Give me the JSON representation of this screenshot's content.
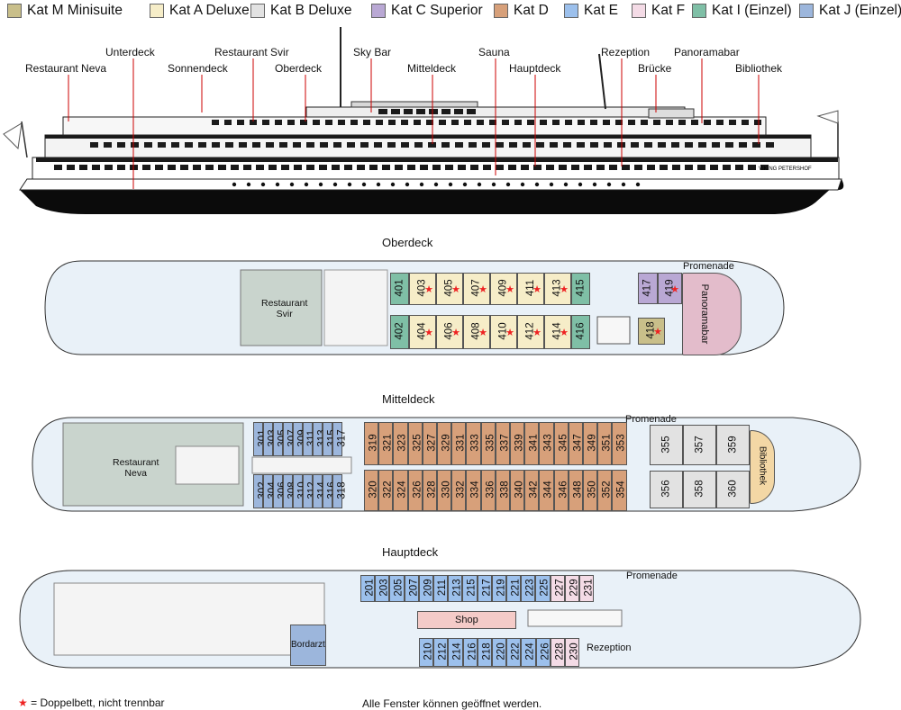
{
  "legend": [
    {
      "label": "Kat M Minisuite",
      "color": "#c9bf8a"
    },
    {
      "label": "Kat A Deluxe",
      "color": "#f6edc8"
    },
    {
      "label": "Kat B Deluxe",
      "color": "#e2e2e2"
    },
    {
      "label": "Kat C Superior",
      "color": "#b9a8d4"
    },
    {
      "label": "Kat D",
      "color": "#d7a07a"
    },
    {
      "label": "Kat E",
      "color": "#9cc0ec"
    },
    {
      "label": "Kat F",
      "color": "#f4dbe6"
    },
    {
      "label": "Kat I (Einzel)",
      "color": "#7fbfa6"
    },
    {
      "label": "Kat J (Einzel)",
      "color": "#9cb6dc"
    }
  ],
  "profile": {
    "labels": {
      "unterdeck": "Unterdeck",
      "restaurant_neva": "Restaurant Neva",
      "sonnendeck": "Sonnendeck",
      "restaurant_svir": "Restaurant Svir",
      "oberdeck": "Oberdeck",
      "sky_bar": "Sky Bar",
      "mitteldeck": "Mitteldeck",
      "sauna": "Sauna",
      "hauptdeck": "Hauptdeck",
      "rezeption": "Rezeption",
      "bruecke": "Brücke",
      "panoramabar": "Panoramabar",
      "bibliothek": "Bibliothek"
    },
    "ship_name": "VIKING PETERSHOF"
  },
  "oberdeck": {
    "title": "Oberdeck",
    "restaurant": "Restaurant\nSvir",
    "promenade": "Promenade",
    "panoramabar": "Panoramabar",
    "cabins": [
      {
        "n": "401",
        "cat": "Kat I (Einzel)"
      },
      {
        "n": "403",
        "cat": "Kat A Deluxe",
        "star": true
      },
      {
        "n": "405",
        "cat": "Kat A Deluxe",
        "star": true
      },
      {
        "n": "407",
        "cat": "Kat A Deluxe",
        "star": true
      },
      {
        "n": "409",
        "cat": "Kat A Deluxe",
        "star": true
      },
      {
        "n": "411",
        "cat": "Kat A Deluxe",
        "star": true
      },
      {
        "n": "413",
        "cat": "Kat A Deluxe",
        "star": true
      },
      {
        "n": "415",
        "cat": "Kat I (Einzel)"
      },
      {
        "n": "402",
        "cat": "Kat I (Einzel)"
      },
      {
        "n": "404",
        "cat": "Kat A Deluxe",
        "star": true
      },
      {
        "n": "406",
        "cat": "Kat A Deluxe",
        "star": true
      },
      {
        "n": "408",
        "cat": "Kat A Deluxe",
        "star": true
      },
      {
        "n": "410",
        "cat": "Kat A Deluxe",
        "star": true
      },
      {
        "n": "412",
        "cat": "Kat A Deluxe",
        "star": true
      },
      {
        "n": "414",
        "cat": "Kat A Deluxe",
        "star": true
      },
      {
        "n": "416",
        "cat": "Kat I (Einzel)"
      },
      {
        "n": "417",
        "cat": "Kat C Superior"
      },
      {
        "n": "419",
        "cat": "Kat C Superior",
        "star": true
      },
      {
        "n": "418",
        "cat": "Kat M Minisuite",
        "star": true
      }
    ]
  },
  "mitteldeck": {
    "title": "Mitteldeck",
    "restaurant": "Restaurant\nNeva",
    "promenade": "Promenade",
    "bibliothek": "Bibliothek",
    "cabins_top": [
      "301",
      "303",
      "305",
      "307",
      "309",
      "311",
      "313",
      "315",
      "317"
    ],
    "cabins_bottom": [
      "302",
      "304",
      "306",
      "308",
      "310",
      "312",
      "314",
      "316",
      "318"
    ],
    "d_top": [
      "319",
      "321",
      "323",
      "325",
      "327",
      "329",
      "331",
      "333",
      "335",
      "337",
      "339",
      "341",
      "343",
      "345",
      "347",
      "349",
      "351",
      "353"
    ],
    "d_bottom": [
      "320",
      "322",
      "324",
      "326",
      "328",
      "330",
      "332",
      "334",
      "336",
      "338",
      "340",
      "342",
      "344",
      "346",
      "348",
      "350",
      "352",
      "354"
    ],
    "b_top": [
      "355",
      "357",
      "359"
    ],
    "b_bottom": [
      "356",
      "358",
      "360"
    ]
  },
  "hauptdeck": {
    "title": "Hauptdeck",
    "promenade": "Promenade",
    "shop": "Shop",
    "bordarzt": "Bordarzt",
    "rezeption": "Rezeption",
    "top_e": [
      "201",
      "203",
      "205",
      "207",
      "209",
      "211",
      "213",
      "215",
      "217",
      "219",
      "221",
      "223",
      "225"
    ],
    "top_f": [
      "227",
      "229",
      "231"
    ],
    "bottom_e": [
      "210",
      "212",
      "214",
      "216",
      "218",
      "220",
      "222",
      "224",
      "226"
    ],
    "bottom_f": [
      "228",
      "230"
    ]
  },
  "footer": {
    "star_note": "= Doppelbett, nicht trennbar",
    "windows_note": "Alle Fenster können geöffnet werden."
  }
}
